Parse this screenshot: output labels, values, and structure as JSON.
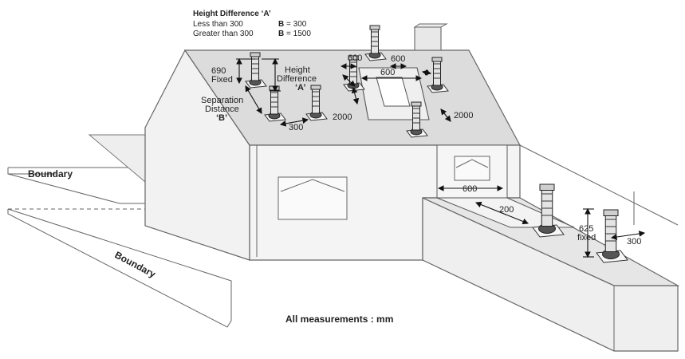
{
  "legend": {
    "title": "Height Difference ‘A’",
    "rows": [
      {
        "condition": "Less than 300",
        "letter": "B",
        "value": "= 300"
      },
      {
        "condition": "Greater than 300",
        "letter": "B",
        "value": "= 1500"
      }
    ]
  },
  "labels": {
    "boundary_upper": "Boundary",
    "boundary_lower": "Boundary",
    "fixed_690_a": "690",
    "fixed_690_b": "Fixed",
    "height_diff_a": "Height",
    "height_diff_b": "Difference",
    "height_diff_c": "‘A’",
    "separation_a": "Separation",
    "separation_b": "Distance",
    "separation_c": "‘B’",
    "d300_roof": "300",
    "d2000_left": "2000",
    "d600_top_left": "600",
    "d600_top_right": "600",
    "d600_window": "600",
    "d2000_right": "2000",
    "d600_dormer": "600",
    "d200": "200",
    "fixed_625_a": "625",
    "fixed_625_b": "fixed",
    "d300_flat": "300"
  },
  "footer": "All measurements : mm"
}
